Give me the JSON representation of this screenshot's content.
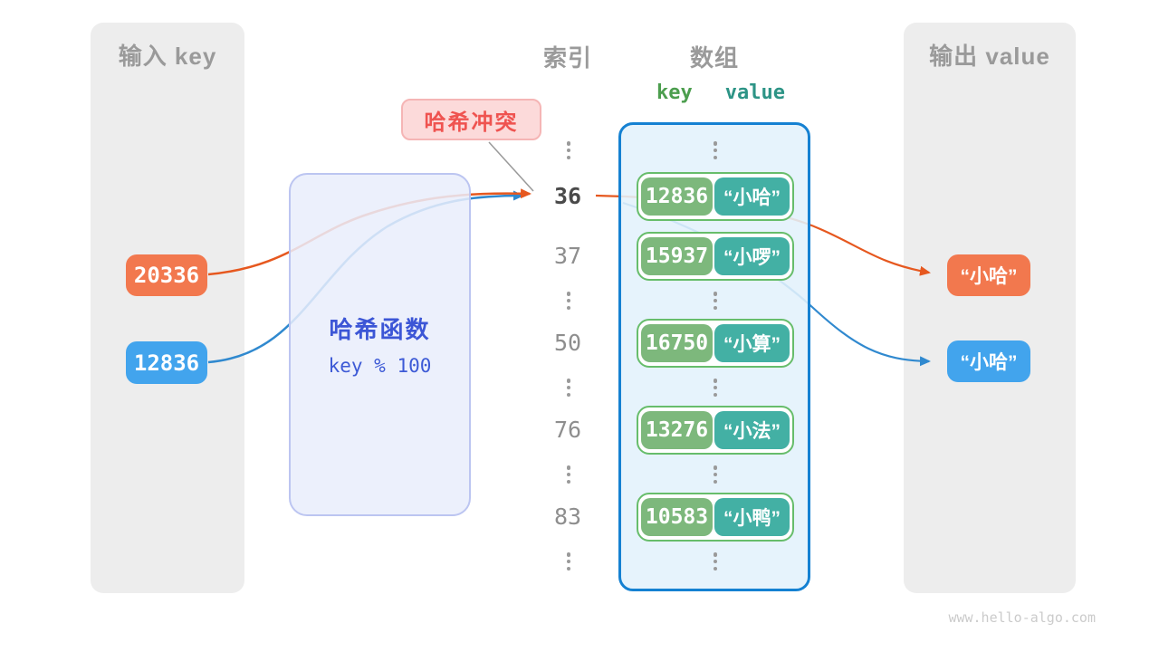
{
  "input_panel": {
    "title": "输入 key",
    "items": [
      {
        "value": "20336",
        "color": "#f2784e"
      },
      {
        "value": "12836",
        "color": "#42a4ed"
      }
    ]
  },
  "hash_box": {
    "title": "哈希函数",
    "formula": "key % 100"
  },
  "collision_badge": {
    "label": "哈希冲突"
  },
  "index_column": {
    "title": "索引",
    "items": [
      "36",
      "37",
      "50",
      "76",
      "83"
    ],
    "highlighted": "36"
  },
  "array_panel": {
    "title": "数组",
    "key_header": "key",
    "value_header": "value",
    "rows": [
      {
        "key": "12836",
        "value": "“小哈”"
      },
      {
        "key": "15937",
        "value": "“小啰”"
      },
      {
        "key": "16750",
        "value": "“小算”"
      },
      {
        "key": "13276",
        "value": "“小法”"
      },
      {
        "key": "10583",
        "value": "“小鸭”"
      }
    ]
  },
  "output_panel": {
    "title": "输出 value",
    "items": [
      {
        "value": "“小哈”",
        "color": "#f2784e"
      },
      {
        "value": "“小哈”",
        "color": "#42a4ed"
      }
    ]
  },
  "watermark": "www.hello-algo.com",
  "colors": {
    "panel_gray": "#ededed",
    "title_gray": "#9a9a9a",
    "orange_box": "#f2784e",
    "blue_box": "#42a4ed",
    "arrow_orange": "#e6581f",
    "arrow_blue": "#3089cf",
    "key_chip_green": "#7db87c",
    "value_chip_teal": "#43b0a4",
    "row_border_green": "#67bd6b",
    "array_border_blue": "#1581d2",
    "hash_text_blue": "#3c56d6",
    "badge_text_red": "#ef5350",
    "badge_fill_pink": "#fcdada",
    "key_header_green": "#4c9e4e",
    "value_header_teal": "#2d9486"
  }
}
